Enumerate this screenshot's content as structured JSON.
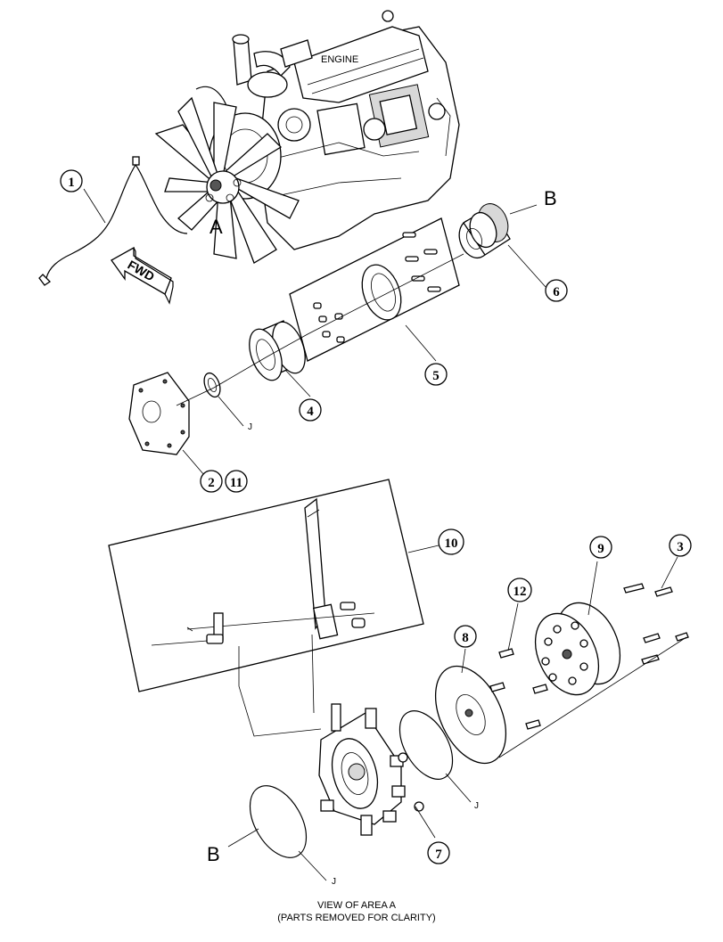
{
  "labels": {
    "engine": "ENGINE",
    "fwd": "FWD",
    "area_a": "A",
    "ref_b_top": "B",
    "ref_b_bottom": "B",
    "j_seal": "J",
    "j_oring_mid": "J",
    "j_oring_bottom": "J",
    "caption_line1": "VIEW OF AREA A",
    "caption_line2": "(PARTS REMOVED FOR CLARITY)"
  },
  "callouts": [
    "1",
    "2",
    "11",
    "3",
    "4",
    "5",
    "6",
    "7",
    "8",
    "9",
    "10",
    "12"
  ]
}
